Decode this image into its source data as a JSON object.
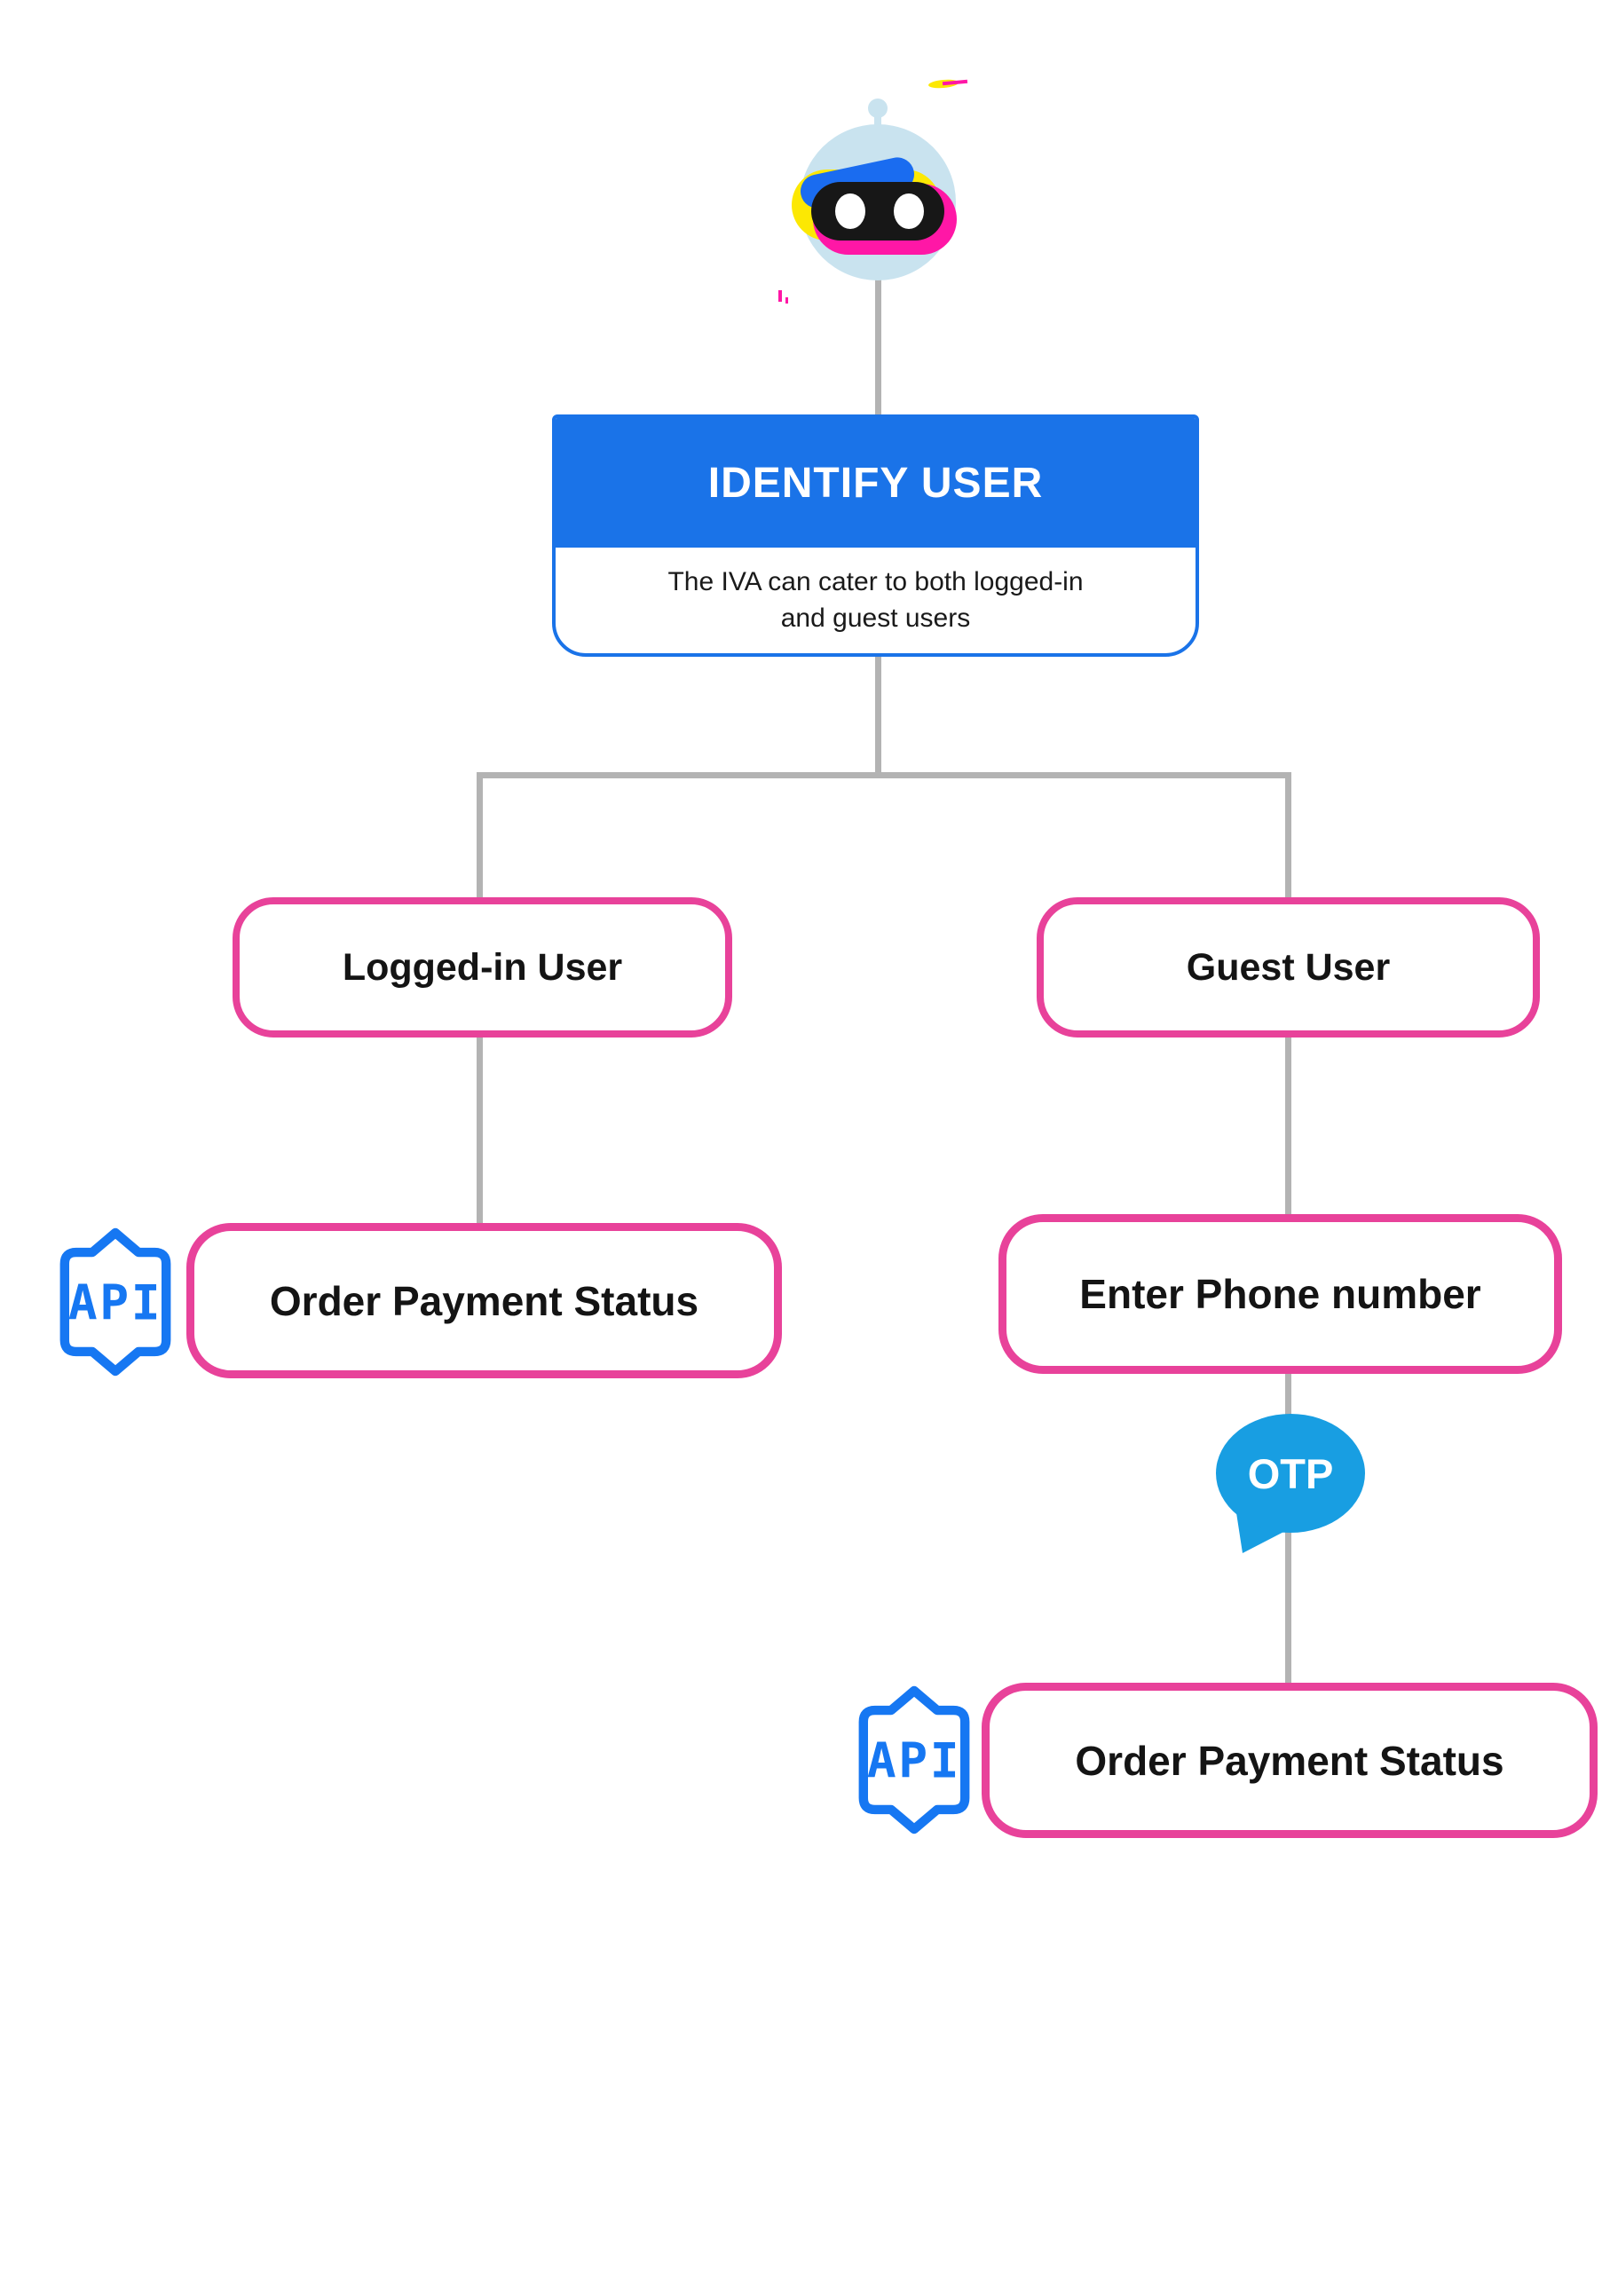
{
  "diagram": {
    "root": {
      "title": "IDENTIFY USER",
      "subtitle": "The IVA can cater to both logged-in and guest users"
    },
    "left_branch": {
      "node": "Logged-in User",
      "step": "Order Payment Status"
    },
    "right_branch": {
      "node": "Guest User",
      "step1": "Enter Phone number",
      "step2": "Order Payment Status"
    },
    "badges": {
      "api": "API",
      "otp": "OTP"
    }
  },
  "colors": {
    "header_blue": "#1a73e8",
    "node_border_pink": "#e8429a",
    "connector_gray": "#b3b3b3",
    "otp_bubble_blue": "#189ee2",
    "api_badge_blue": "#1677f2",
    "robot_head_blue": "#c9e3ef",
    "glitch_yellow": "#fce803",
    "glitch_magenta": "#ff17a6"
  }
}
